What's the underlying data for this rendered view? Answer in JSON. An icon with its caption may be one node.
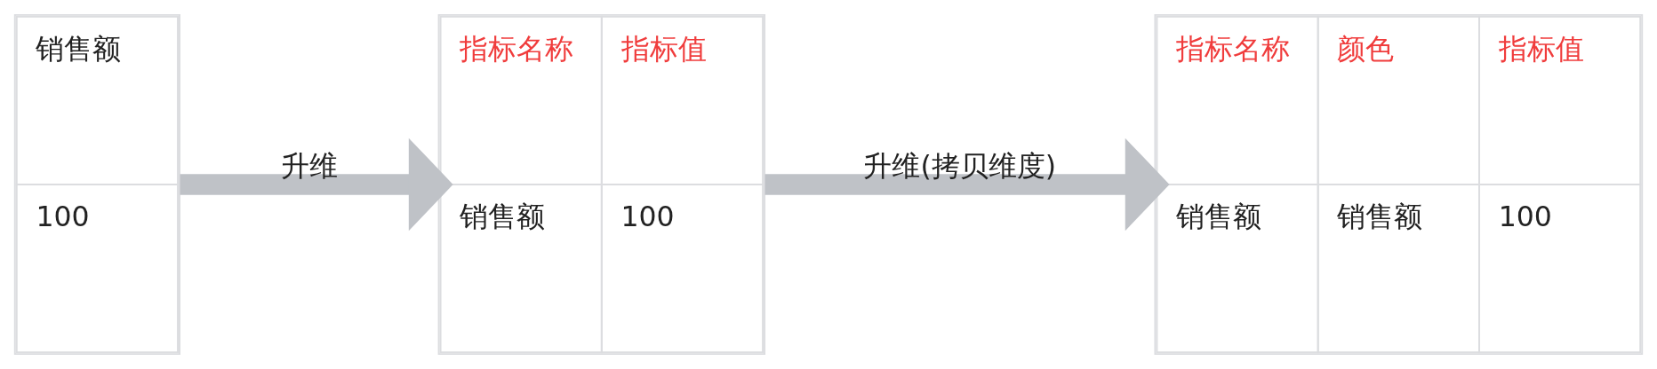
{
  "diagram": {
    "nodes": [
      {
        "text": [
          "销售额",
          "100"
        ]
      },
      {
        "text": [
          "指标名称",
          "指标值",
          "销售额",
          "100"
        ]
      },
      {
        "text": [
          "指标名称",
          "颜色",
          "指标值",
          "销售额",
          "销售额",
          "100"
        ]
      }
    ],
    "edges": [
      {
        "from": 0,
        "to": 1,
        "arrow": "to",
        "label": "升维"
      },
      {
        "from": 1,
        "to": 2,
        "arrow": "to",
        "label": "升维(拷贝维度)"
      }
    ]
  }
}
